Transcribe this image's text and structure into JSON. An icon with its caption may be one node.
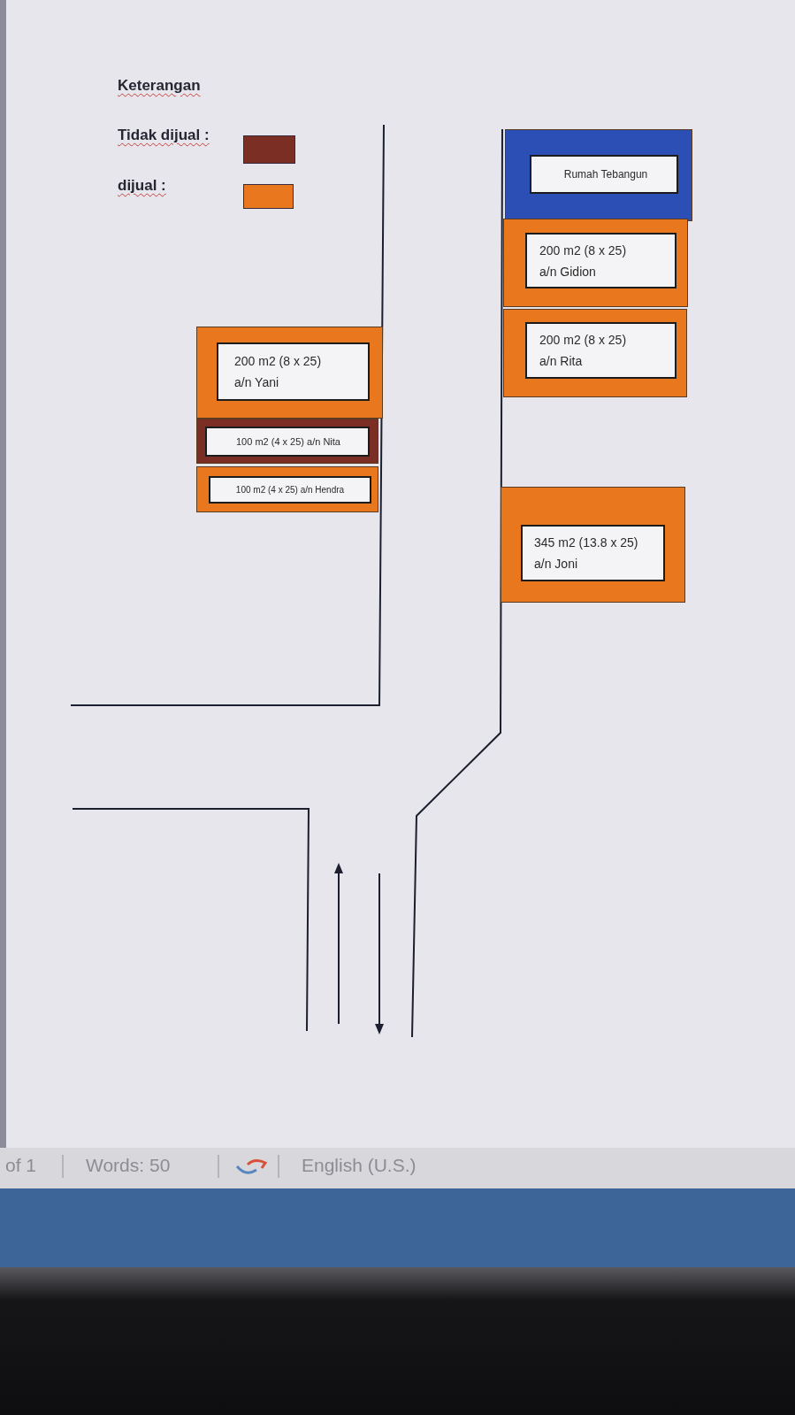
{
  "diagram": {
    "nodes": [
      {
        "text": [
          "Rumah Tebangun"
        ]
      },
      {
        "text": [
          "200 m2 (8 x 25) a/n Gidion"
        ]
      },
      {
        "text": [
          "200 m2 (8 x 25) a/n Rita"
        ]
      },
      {
        "text": [
          "200 m2 (8 x 25) a/n Yani"
        ]
      },
      {
        "text": [
          "100 m2 (4 x 25) a/n Nita"
        ]
      },
      {
        "text": [
          "100 m2 (4 x 25) a/n Hendra"
        ]
      },
      {
        "text": [
          "345 m2 (13.8 x 25) a/n Joni"
        ]
      }
    ],
    "labels": [
      "Keterangan",
      "of 1",
      "Words: 50",
      "English (U.S.)"
    ],
    "legend": [
      {
        "text": "Tidak dijual :",
        "color": "#7b2f24"
      },
      {
        "text": "dijual :",
        "color": "#e8771e"
      }
    ]
  }
}
